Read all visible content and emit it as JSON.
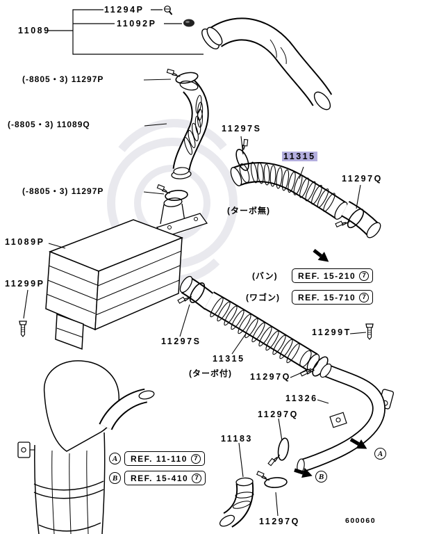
{
  "page": {
    "background": "#ffffff",
    "diagram_code": "600060"
  },
  "colors": {
    "highlight": "#b3aede",
    "line": "#000000",
    "watermark": "#e9e9ee"
  },
  "icons": [
    "screw-icon",
    "grommet-icon",
    "clamp-icon",
    "bolt-icon",
    "arrow-icon",
    "circled-7-icon",
    "circled-a-icon",
    "circled-b-icon"
  ],
  "labels": {
    "p11294P": "11294P",
    "p11089": "11089",
    "p11092P": "11092P",
    "p11297P_a": "(-8805・3) 11297P",
    "p11089Q": "(-8805・3) 11089Q",
    "p11297P_b": "(-8805・3) 11297P",
    "p11297S_a": "11297S",
    "p11315_a": "11315",
    "p11297Q_a": "11297Q",
    "turbo_without": "(ターボ無)",
    "p11089P": "11089P",
    "p11299P": "11299P",
    "van": "(バン)",
    "ref_van": "REF. 15-210",
    "wagon": "(ワゴン)",
    "ref_wagon": "REF. 15-710",
    "p11297S_b": "11297S",
    "p11315_b": "11315",
    "turbo_with": "(ターボ付)",
    "p11299T": "11299T",
    "p11297Q_b": "11297Q",
    "p11326": "11326",
    "p11297Q_c": "11297Q",
    "p11183": "11183",
    "ref_a": "REF. 11-110",
    "ref_b": "REF. 15-410",
    "p11297Q_d": "11297Q",
    "circle7": "7",
    "circleA": "A",
    "circleB": "B",
    "code": "600060"
  }
}
